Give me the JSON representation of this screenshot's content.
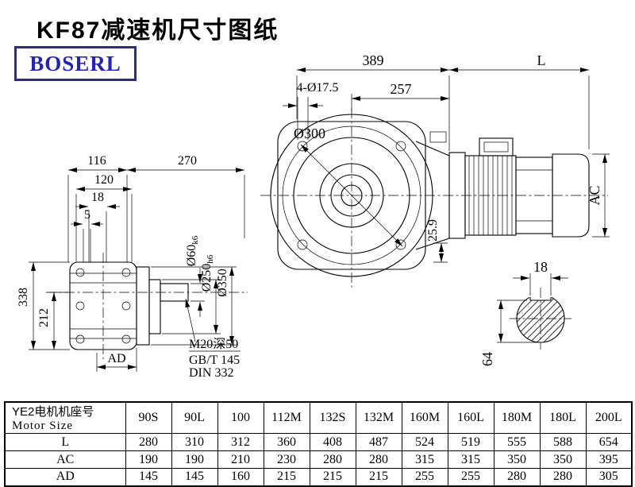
{
  "page": {
    "title": "KF87减速机尺寸图纸",
    "brand": "BOSERL"
  },
  "drawing": {
    "front": {
      "dim_389": "389",
      "dim_L": "L",
      "dim_257": "257",
      "dim_holes": "4-Ø17.5",
      "dim_d300": "Ø300",
      "dim_AC": "AC",
      "dim_25_9": "25.9"
    },
    "side": {
      "dim_116": "116",
      "dim_270": "270",
      "dim_120": "120",
      "dim_18": "18",
      "dim_5": "5",
      "dim_338": "338",
      "dim_212": "212",
      "dim_AD": "AD",
      "dim_d60": "Ø60",
      "dim_d60_tol": "k6",
      "dim_d250": "Ø250",
      "dim_d250_tol": "h6",
      "dim_d350": "Ø350",
      "note_thread": "M20深50",
      "note_gbt": "GB/T 145",
      "note_din": "DIN 332"
    },
    "section": {
      "dim_18": "18",
      "dim_64": "64"
    }
  },
  "table": {
    "header_cn": "YE2电机机座号",
    "header_en": "Motor Size",
    "columns": [
      "90S",
      "90L",
      "100",
      "112M",
      "132S",
      "132M",
      "160M",
      "160L",
      "180M",
      "180L",
      "200L"
    ],
    "rows": [
      {
        "label": "L",
        "values": [
          "280",
          "310",
          "312",
          "360",
          "408",
          "487",
          "524",
          "519",
          "555",
          "588",
          "654"
        ]
      },
      {
        "label": "AC",
        "values": [
          "190",
          "190",
          "210",
          "230",
          "280",
          "280",
          "315",
          "315",
          "350",
          "350",
          "395"
        ]
      },
      {
        "label": "AD",
        "values": [
          "145",
          "145",
          "160",
          "215",
          "215",
          "215",
          "255",
          "255",
          "280",
          "280",
          "305"
        ]
      }
    ]
  }
}
